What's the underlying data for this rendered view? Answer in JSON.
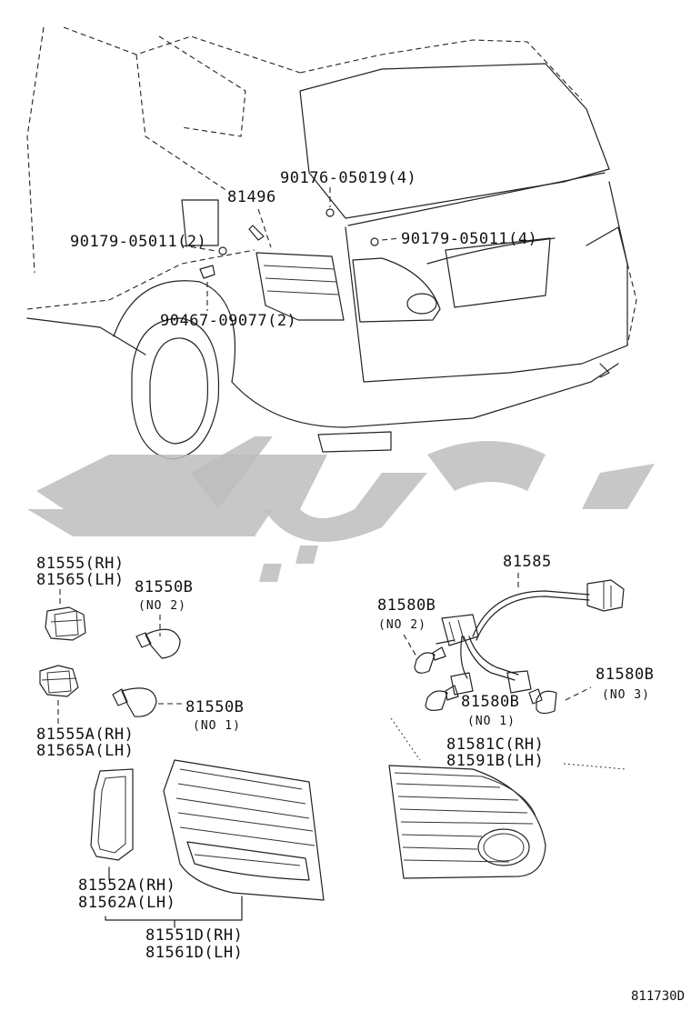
{
  "labels": {
    "p90176": "90176-05019(4)",
    "p81496": "81496",
    "p90179_left": "90179-05011(2)",
    "p90179_right": "90179-05011(4)",
    "p90467": "90467-09077(2)",
    "p81555": "81555(RH)",
    "p81565": "81565(LH)",
    "p81550b_top": "81550B",
    "p81550b_top_note": "(NO 2)",
    "p81555a": "81555A(RH)",
    "p81565a": "81565A(LH)",
    "p81550b_bottom": "81550B",
    "p81550b_bottom_note": "(NO 1)",
    "p81585": "81585",
    "p81580b_left": "81580B",
    "p81580b_left_note": "(NO 2)",
    "p81580b_mid": "81580B",
    "p81580b_mid_note": "(NO 1)",
    "p81580b_right": "81580B",
    "p81580b_right_note": "(NO 3)",
    "p81581c": "81581C(RH)",
    "p81591b": "81591B(LH)",
    "p81552a": "81552A(RH)",
    "p81562a": "81562A(LH)",
    "p81551d": "81551D(RH)",
    "p81561d": "81561D(LH)"
  },
  "diagram_code": "811730D",
  "colors": {
    "line": "#222222",
    "watermark": "#bdbdbd"
  }
}
